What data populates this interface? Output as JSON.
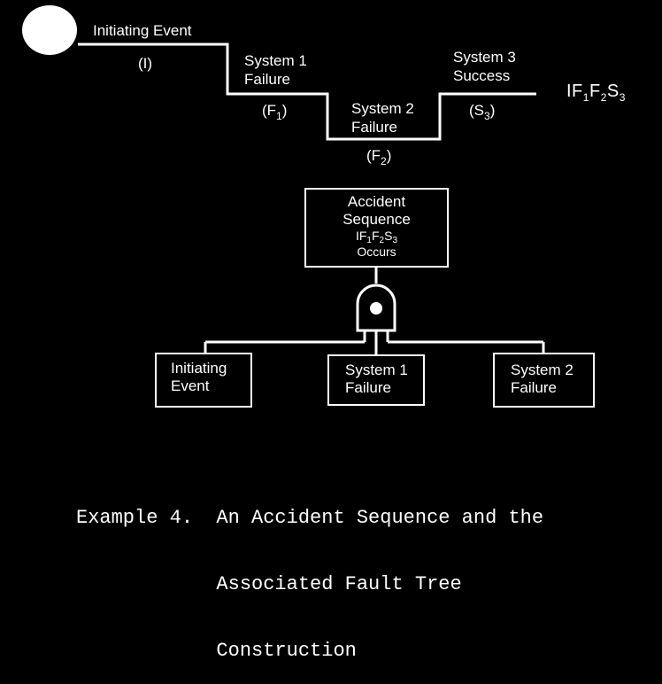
{
  "event_tree": {
    "initiating_event": {
      "label": "Initiating Event",
      "symbol": "(I)"
    },
    "system1": {
      "line1": "System 1",
      "line2": "Failure",
      "sym_pre": "(F",
      "sym_sub": "1",
      "sym_post": ")"
    },
    "system2": {
      "line1": "System 2",
      "line2": "Failure",
      "sym_pre": "(F",
      "sym_sub": "2",
      "sym_post": ")"
    },
    "system3": {
      "line1": "System 3",
      "line2": "Success",
      "sym_pre": "(S",
      "sym_sub": "3",
      "sym_post": ")"
    },
    "sequence": {
      "I": "IF",
      "s1": "1",
      "F": "F",
      "s2": "2",
      "S": "S",
      "s3": "3"
    }
  },
  "fault_tree": {
    "top_event": {
      "line1": "Accident",
      "line2": "Sequence",
      "seq_I": "IF",
      "seq_s1": "1",
      "seq_F": "F",
      "seq_s2": "2",
      "seq_S": "S",
      "seq_s3": "3",
      "line4": "Occurs"
    },
    "inputs": [
      {
        "line1": "Initiating",
        "line2": "Event"
      },
      {
        "line1": "System 1",
        "line2": "Failure"
      },
      {
        "line1": "System 2",
        "line2": "Failure"
      }
    ]
  },
  "caption": {
    "line1": "Example 4.  An Accident Sequence and the",
    "line2": "            Associated Fault Tree",
    "line3": "            Construction"
  }
}
